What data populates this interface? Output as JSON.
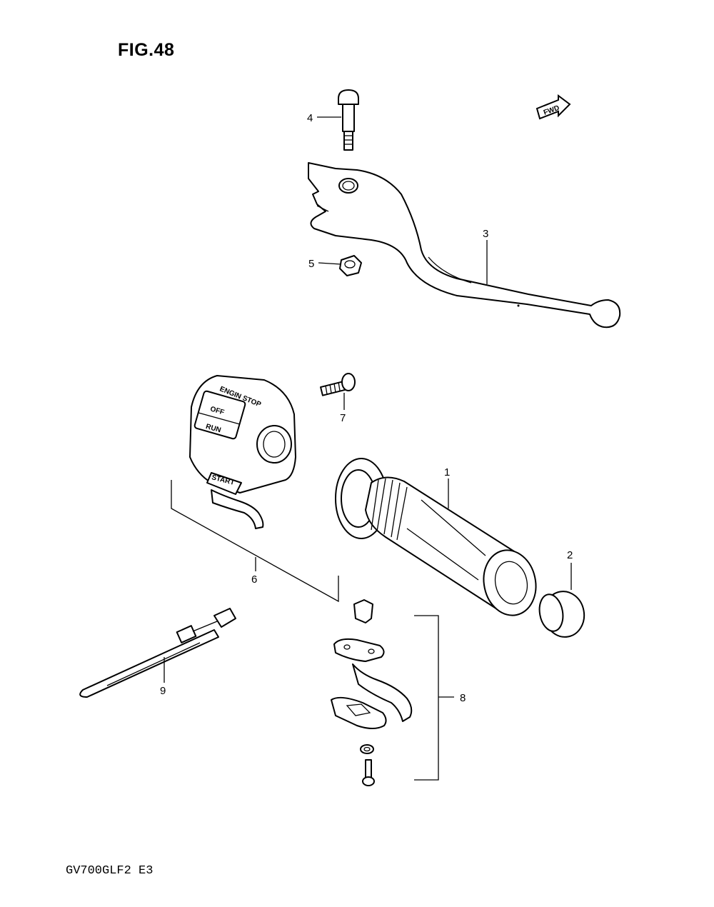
{
  "header": {
    "figure_title": "FIG.48"
  },
  "footer": {
    "model_code": "GV700GLF2 E3"
  },
  "direction_marker": {
    "text": "FWD",
    "icon": "forward-arrow-icon"
  },
  "switch_labels": {
    "stop": "ENGIN STOP",
    "off": "OFF",
    "run": "RUN",
    "start": "START"
  },
  "callouts": {
    "c1": "1",
    "c2": "2",
    "c3": "3",
    "c4": "4",
    "c5": "5",
    "c6": "6",
    "c7": "7",
    "c8": "8",
    "c9": "9"
  },
  "parts": [
    {
      "ref": "1",
      "icon": "handlebar-grip-icon"
    },
    {
      "ref": "2",
      "icon": "grip-end-cap-icon"
    },
    {
      "ref": "3",
      "icon": "brake-lever-icon"
    },
    {
      "ref": "4",
      "icon": "pivot-bolt-icon"
    },
    {
      "ref": "5",
      "icon": "lock-nut-icon"
    },
    {
      "ref": "6",
      "icon": "handlebar-switch-housing-icon"
    },
    {
      "ref": "7",
      "icon": "screw-icon"
    },
    {
      "ref": "8",
      "icon": "cable-clamp-set-icon"
    },
    {
      "ref": "9",
      "icon": "cable-tie-icon"
    }
  ]
}
